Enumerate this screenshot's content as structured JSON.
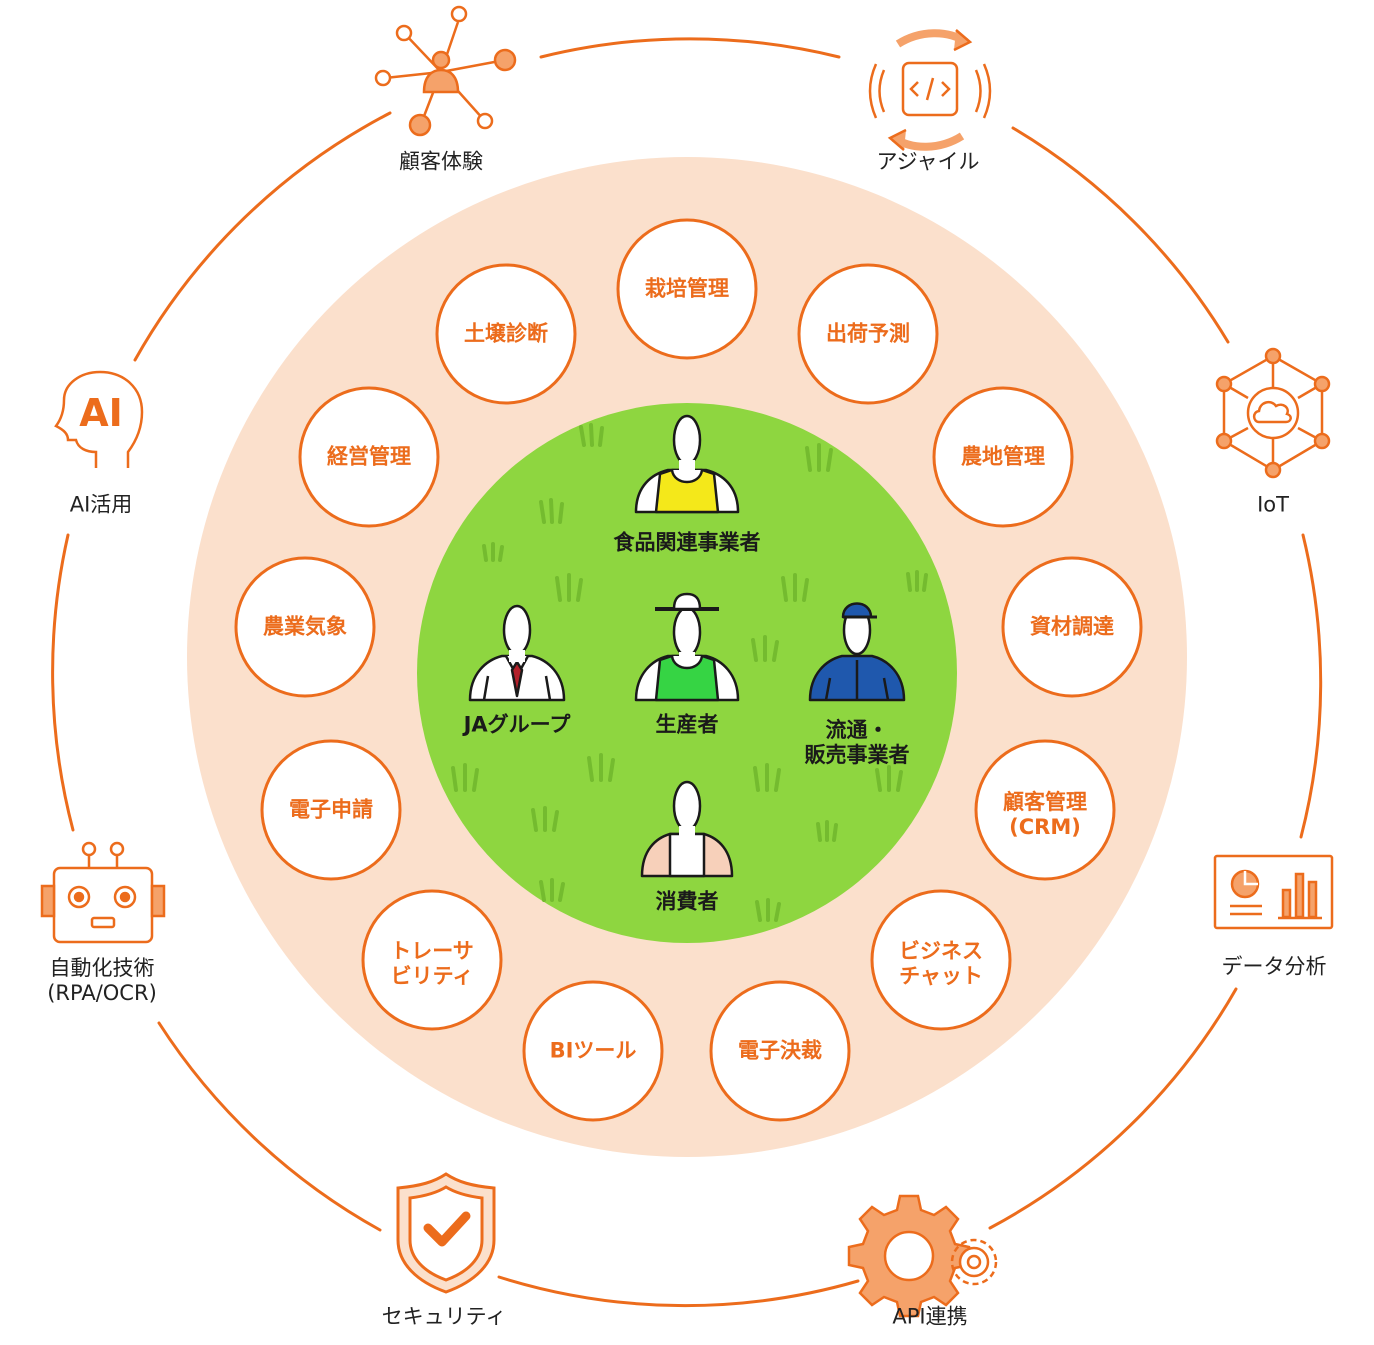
{
  "colors": {
    "accent": "#ec6c1c",
    "band_fill": "#fbe0cc",
    "center_fill": "#8ed640",
    "grass": "#6fb82c",
    "text": "#222222"
  },
  "outer_ring": {
    "items": [
      {
        "label": "顧客体験",
        "icon": "network-person-icon"
      },
      {
        "label": "アジャイル",
        "icon": "agile-cycle-icon"
      },
      {
        "label": "IoT",
        "icon": "iot-cloud-icon"
      },
      {
        "label": "データ分析",
        "icon": "data-analysis-icon"
      },
      {
        "label": "API連携",
        "icon": "gear-icon"
      },
      {
        "label": "セキュリティ",
        "icon": "shield-check-icon"
      },
      {
        "label": "自動化技術",
        "label2": "(RPA/OCR)",
        "icon": "robot-icon"
      },
      {
        "label": "AI活用",
        "icon": "ai-head-icon",
        "icon_text": "AI"
      }
    ]
  },
  "services": [
    {
      "label": "栽培管理"
    },
    {
      "label": "出荷予測"
    },
    {
      "label": "農地管理"
    },
    {
      "label": "資材調達"
    },
    {
      "label": "顧客管理",
      "label2": "(CRM)"
    },
    {
      "label": "ビジネス",
      "label2": "チャット"
    },
    {
      "label": "電子決裁"
    },
    {
      "label": "BIツール"
    },
    {
      "label": "トレーサ",
      "label2": "ビリティ"
    },
    {
      "label": "電子申請"
    },
    {
      "label": "農業気象"
    },
    {
      "label": "経営管理"
    },
    {
      "label": "土壌診断"
    }
  ],
  "stakeholders": [
    {
      "label": "食品関連事業者",
      "icon": "food-business-person-icon"
    },
    {
      "label": "JAグループ",
      "icon": "ja-group-person-icon"
    },
    {
      "label": "生産者",
      "icon": "farmer-person-icon"
    },
    {
      "label": "流通・",
      "label2": "販売事業者",
      "icon": "distributor-person-icon"
    },
    {
      "label": "消費者",
      "icon": "consumer-person-icon"
    }
  ]
}
